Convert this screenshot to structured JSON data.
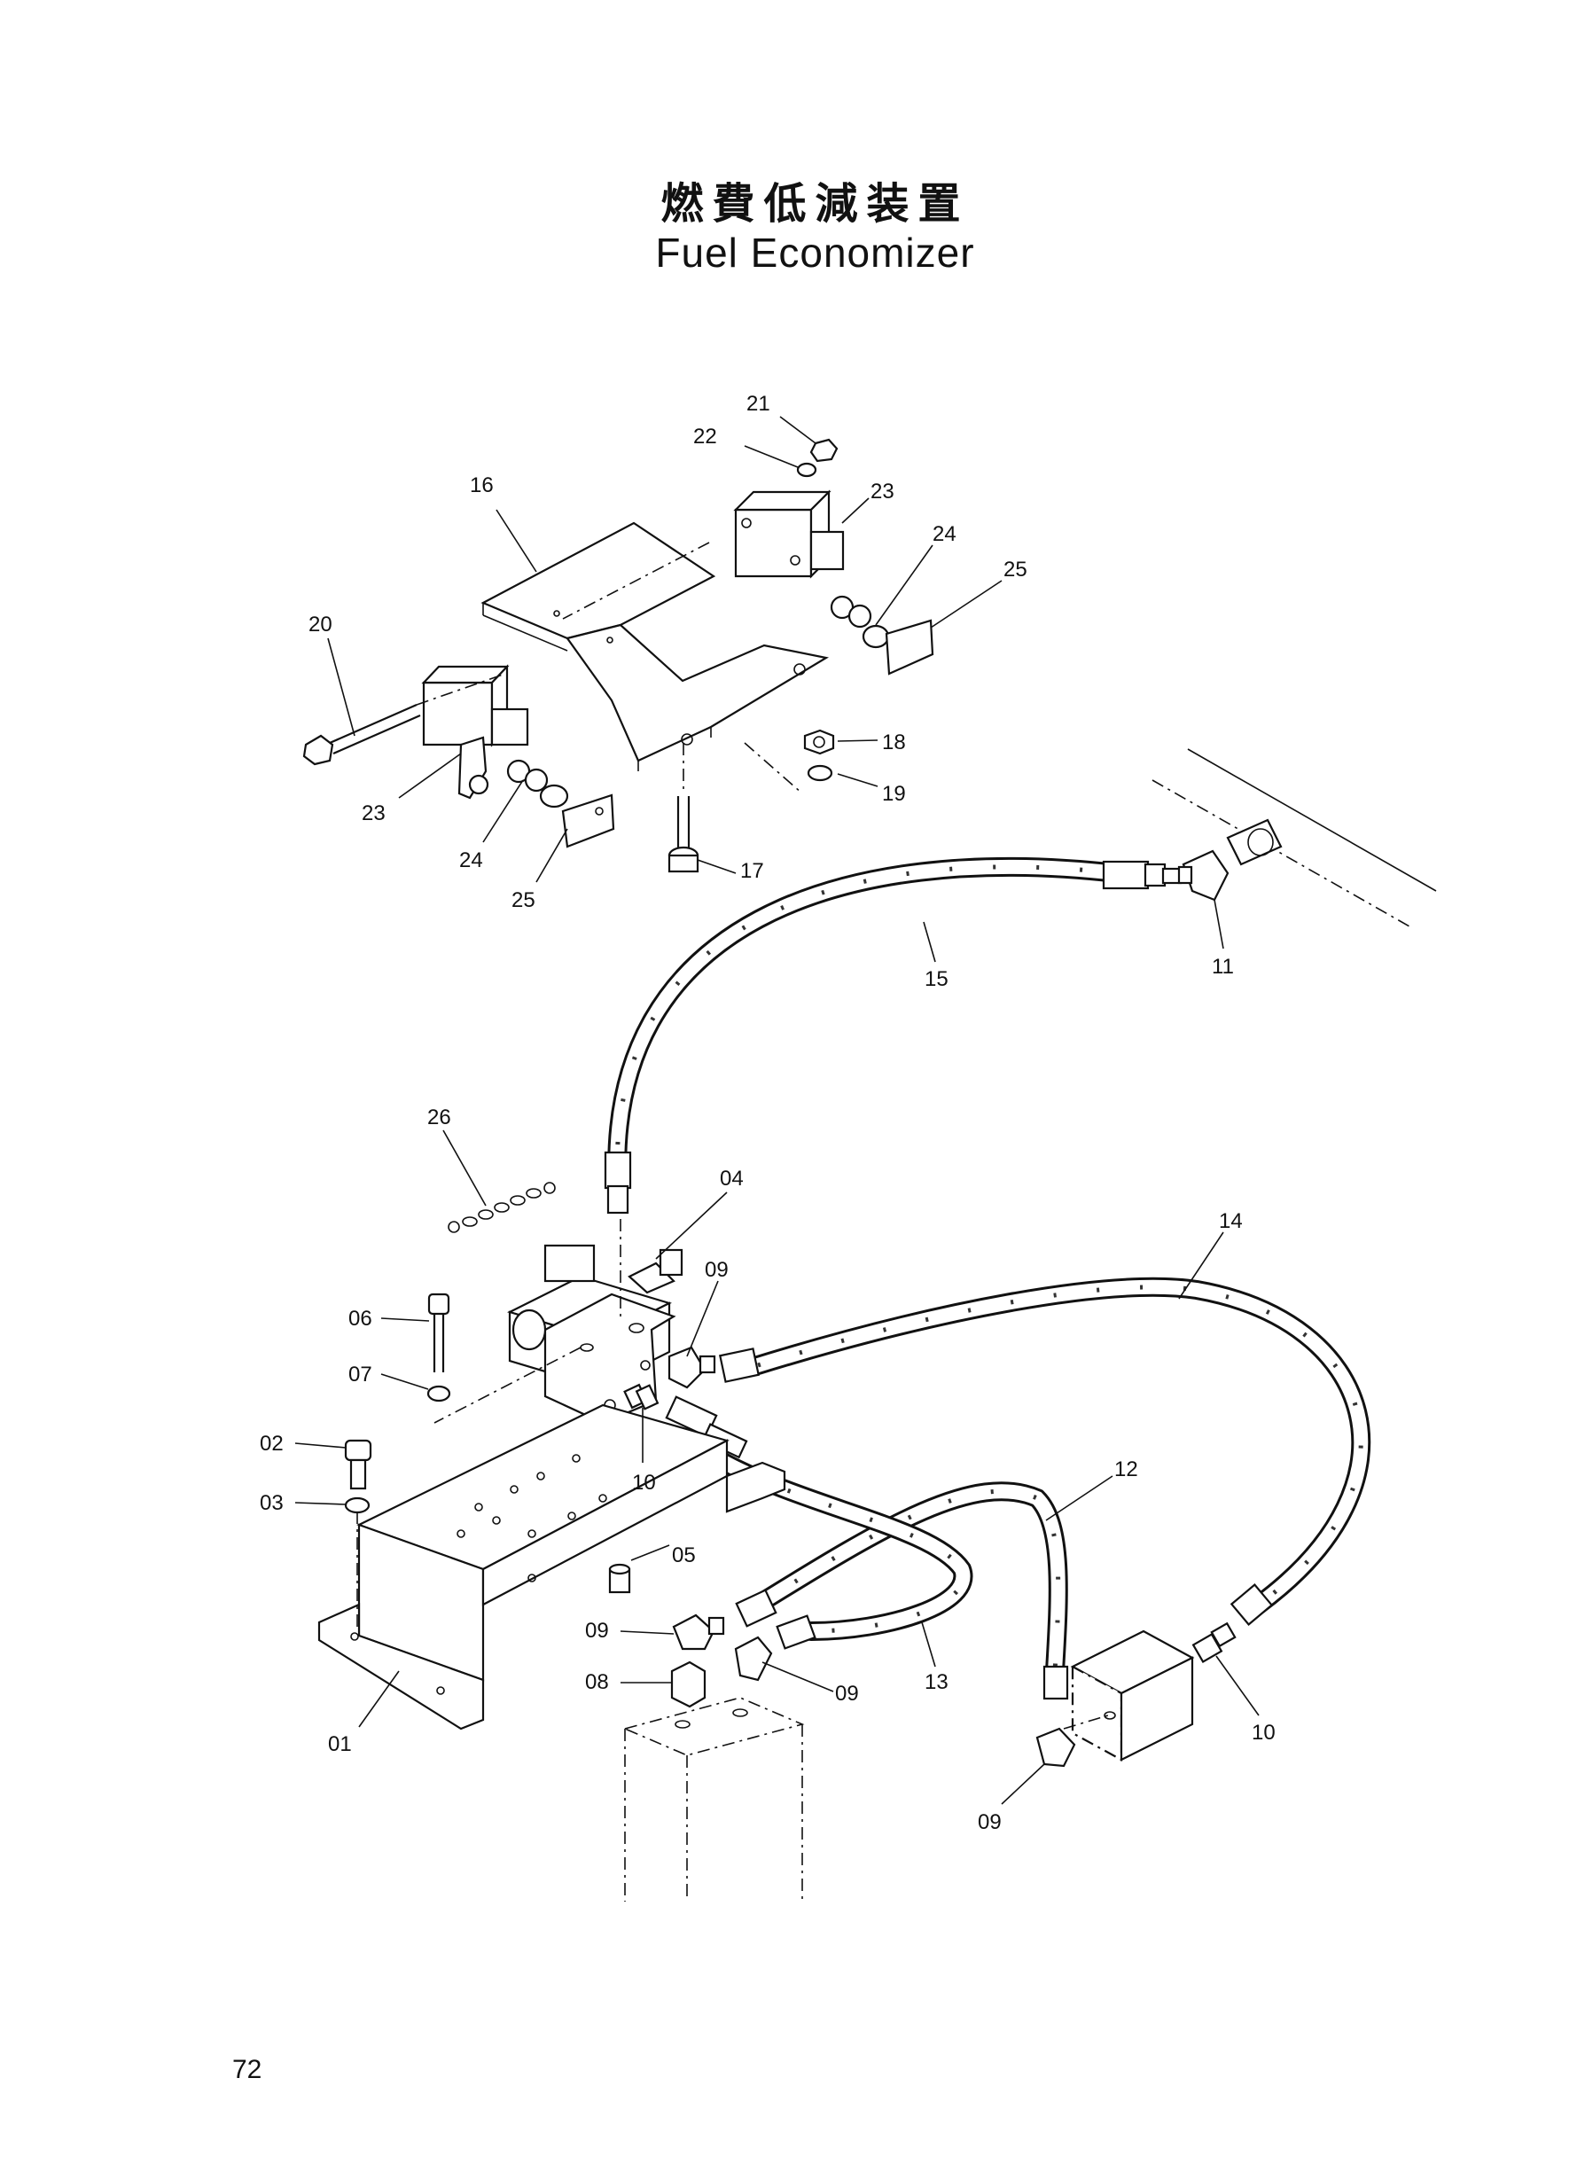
{
  "title": {
    "japanese": "燃費低減装置",
    "english": "Fuel Economizer"
  },
  "page_number": "72",
  "callouts": [
    {
      "id": "c21",
      "label": "21"
    },
    {
      "id": "c22",
      "label": "22"
    },
    {
      "id": "c16",
      "label": "16"
    },
    {
      "id": "c23a",
      "label": "23"
    },
    {
      "id": "c24a",
      "label": "24"
    },
    {
      "id": "c25a",
      "label": "25"
    },
    {
      "id": "c20",
      "label": "20"
    },
    {
      "id": "c23b",
      "label": "23"
    },
    {
      "id": "c24b",
      "label": "24"
    },
    {
      "id": "c25b",
      "label": "25"
    },
    {
      "id": "c18",
      "label": "18"
    },
    {
      "id": "c19",
      "label": "19"
    },
    {
      "id": "c17",
      "label": "17"
    },
    {
      "id": "c11",
      "label": "11"
    },
    {
      "id": "c15",
      "label": "15"
    },
    {
      "id": "c26",
      "label": "26"
    },
    {
      "id": "c04",
      "label": "04"
    },
    {
      "id": "c14",
      "label": "14"
    },
    {
      "id": "c09a",
      "label": "09"
    },
    {
      "id": "c06",
      "label": "06"
    },
    {
      "id": "c07",
      "label": "07"
    },
    {
      "id": "c02",
      "label": "02"
    },
    {
      "id": "c03",
      "label": "03"
    },
    {
      "id": "c10a",
      "label": "10"
    },
    {
      "id": "c12",
      "label": "12"
    },
    {
      "id": "c05",
      "label": "05"
    },
    {
      "id": "c09b",
      "label": "09"
    },
    {
      "id": "c08",
      "label": "08"
    },
    {
      "id": "c09c",
      "label": "09"
    },
    {
      "id": "c13",
      "label": "13"
    },
    {
      "id": "c01",
      "label": "01"
    },
    {
      "id": "c10b",
      "label": "10"
    },
    {
      "id": "c09d",
      "label": "09"
    }
  ]
}
